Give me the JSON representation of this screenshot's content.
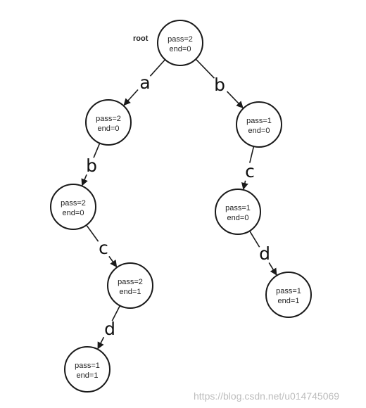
{
  "root_label": "root",
  "nodes": [
    {
      "id": "root",
      "line1": "pass=2",
      "line2": "end=0"
    },
    {
      "id": "a",
      "line1": "pass=2",
      "line2": "end=0"
    },
    {
      "id": "b",
      "line1": "pass=1",
      "line2": "end=0"
    },
    {
      "id": "ab",
      "line1": "pass=2",
      "line2": "end=0"
    },
    {
      "id": "bc",
      "line1": "pass=1",
      "line2": "end=0"
    },
    {
      "id": "abc",
      "line1": "pass=2",
      "line2": "end=1"
    },
    {
      "id": "bcd",
      "line1": "pass=1",
      "line2": "end=1"
    },
    {
      "id": "abcd",
      "line1": "pass=1",
      "line2": "end=1"
    }
  ],
  "edges": [
    {
      "from": "root",
      "to": "a",
      "label": "a"
    },
    {
      "from": "root",
      "to": "b",
      "label": "b"
    },
    {
      "from": "a",
      "to": "ab",
      "label": "b"
    },
    {
      "from": "b",
      "to": "bc",
      "label": "c"
    },
    {
      "from": "ab",
      "to": "abc",
      "label": "c"
    },
    {
      "from": "bc",
      "to": "bcd",
      "label": "d"
    },
    {
      "from": "abc",
      "to": "abcd",
      "label": "d"
    }
  ],
  "watermark": "https://blog.csdn.net/u014745069"
}
